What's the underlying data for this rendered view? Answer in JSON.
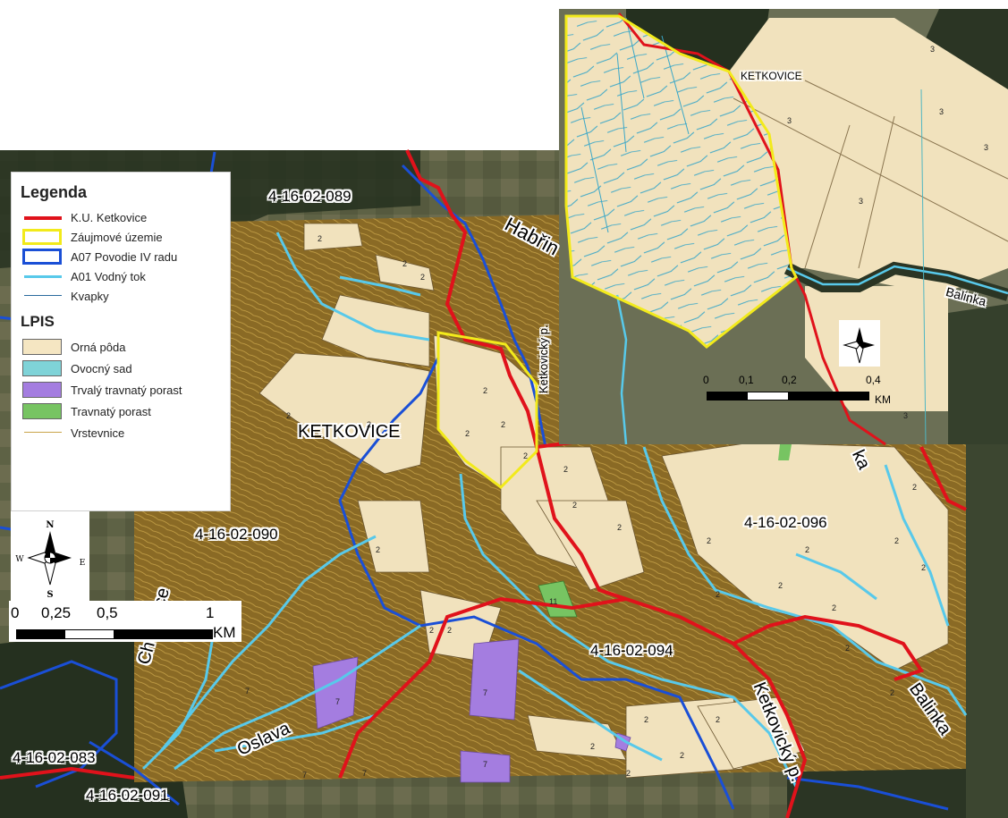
{
  "legend": {
    "title": "Legenda",
    "items": [
      {
        "label": "K.U. Ketkovice",
        "kind": "line",
        "color": "#e0121b",
        "width": 4
      },
      {
        "label": "Záujmové územie",
        "kind": "box-outline",
        "color": "#f2ea1b"
      },
      {
        "label": "A07 Povodie IV radu",
        "kind": "box-outline",
        "color": "#1a4fd6"
      },
      {
        "label": "A01 Vodný tok",
        "kind": "line",
        "color": "#58c9ea",
        "width": 3
      },
      {
        "label": "Kvapky",
        "kind": "line",
        "color": "#2a6a9e",
        "width": 1
      }
    ],
    "lpis_title": "LPIS",
    "lpis_items": [
      {
        "label": "Orná pôda",
        "color": "#f5e6c2"
      },
      {
        "label": "Ovocný sad",
        "color": "#7fd3d8"
      },
      {
        "label": "Trvalý travnatý porast",
        "color": "#a47de0"
      },
      {
        "label": "Travnatý porast",
        "color": "#77c462"
      },
      {
        "label": "Vrstevnice",
        "kind": "line",
        "color": "#c9a54a"
      }
    ]
  },
  "main_scale": {
    "ticks": [
      "0",
      "0,25",
      "0,5",
      "1"
    ],
    "unit": "KM"
  },
  "inset_scale": {
    "ticks": [
      "0",
      "0,1",
      "0,2",
      "0,4"
    ],
    "unit": "KM"
  },
  "compass": {
    "n": "N",
    "s": "S",
    "e": "E",
    "w": "W"
  },
  "labels": {
    "ketkovice_main": "KETKOVICE",
    "ketkovice_inset": "KETKOVICE",
    "c089": "4-16-02-089",
    "c090": "4-16-02-090",
    "c096": "4-16-02-096",
    "c094": "4-16-02-094",
    "c083": "4-16-02-083",
    "c091": "4-16-02-091",
    "habr": "Habřin",
    "balinka_inset": "Balinka",
    "balinka_main": "Balinka",
    "ketkovicky_main": "Ketkovický p.",
    "ketkovicky_inset": "Ketkovický p.",
    "chvojnice": "Chvojnice",
    "oslava": "Oslava",
    "ka_frag": "ka",
    "parcel_2": "2",
    "parcel_7": "7",
    "parcel_11": "11",
    "parcel_3": "3"
  },
  "colors": {
    "forest": "#25301f",
    "farmland_sat": "#6a6a4f",
    "slope": "#8a6a25",
    "arable": "#f1e2bd",
    "orchard": "#7fd3d8",
    "permanent_grass": "#a47de0",
    "grass": "#77c462",
    "boundary_red": "#e0121b",
    "interest_yellow": "#f2ea1b",
    "basin_blue": "#1a4fd6",
    "stream_lightblue": "#58c9ea",
    "drip": "#3aa7c8",
    "contour": "#c9a54a"
  }
}
